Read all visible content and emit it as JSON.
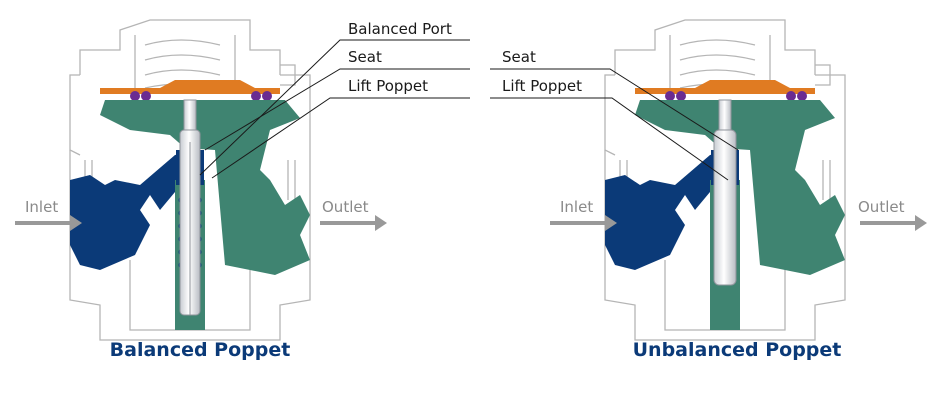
{
  "colors": {
    "blue": "#0b3a78",
    "teal": "#3f8471",
    "orange": "#e07b22",
    "purple": "#6a2c91",
    "silver": "#d9dde2",
    "outline": "#b5b5b5",
    "arrow": "#999999"
  },
  "balanced": {
    "caption": "Balanced Poppet",
    "labels": {
      "balanced_port": "Balanced Port",
      "seat": "Seat",
      "lift_poppet": "Lift Poppet"
    },
    "inlet": "Inlet",
    "outlet": "Outlet"
  },
  "unbalanced": {
    "caption": "Unbalanced Poppet",
    "labels": {
      "seat": "Seat",
      "lift_poppet": "Lift Poppet"
    },
    "inlet": "Inlet",
    "outlet": "Outlet"
  }
}
